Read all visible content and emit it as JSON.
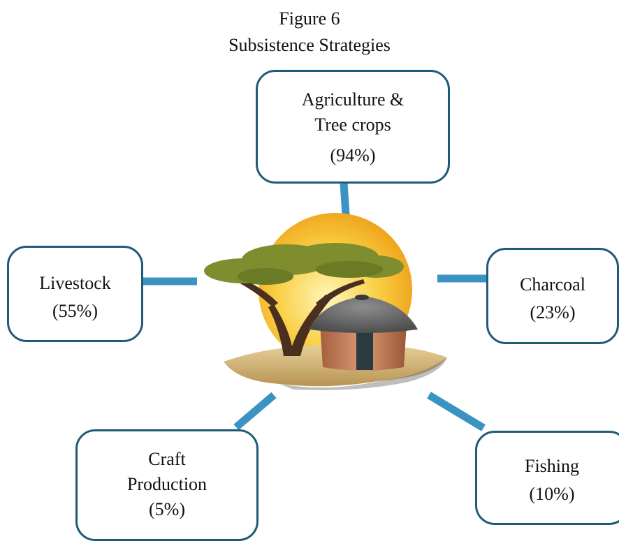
{
  "figure": {
    "number": "Figure 6",
    "title": "Subsistence Strategies"
  },
  "colors": {
    "box_border": "#1f5b77",
    "connector": "#3a93c3",
    "sun": "#f2b21f",
    "ground": "#d9bf82",
    "tree_foliage": "#7f8d2f",
    "hut_wall": "#c9835f",
    "hut_roof": "#6b6b6b"
  },
  "strategies": [
    {
      "id": "agriculture",
      "lines": [
        "Agriculture &",
        "Tree crops"
      ],
      "percent": "(94%)"
    },
    {
      "id": "livestock",
      "lines": [
        "Livestock"
      ],
      "percent": "(55%)"
    },
    {
      "id": "charcoal",
      "lines": [
        "Charcoal"
      ],
      "percent": "(23%)"
    },
    {
      "id": "craft",
      "lines": [
        "Craft",
        "Production"
      ],
      "percent": "(5%)"
    },
    {
      "id": "fishing",
      "lines": [
        "Fishing"
      ],
      "percent": "(10%)"
    }
  ],
  "center_illustration": "village-hut-and-acacia-tree-illustration"
}
